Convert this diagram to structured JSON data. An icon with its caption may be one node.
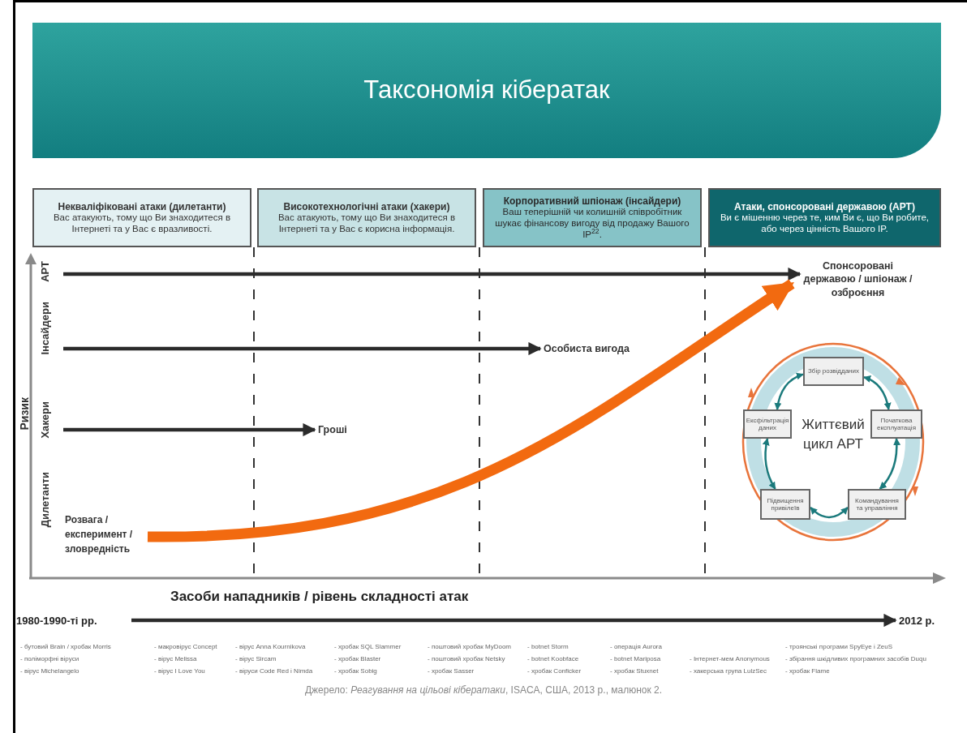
{
  "diagram": {
    "title": "Таксономія кібератак",
    "nodes": [
      {
        "text": [
          "Некваліфіковані атаки (дилетанти)",
          "Вас атакують, тому що Ви знаходитеся в Інтернеті та у Вас є вразливості."
        ]
      },
      {
        "text": [
          "Високотехнологічні атаки (хакери)",
          "Вас атакують, тому що Ви знаходитеся в Інтернеті та у Вас є корисна інформація."
        ]
      },
      {
        "text": [
          "Корпоративний шпіонаж (інсайдери)",
          "Ваш теперішній чи колишній співробітник шукає фінансову вигоду від продажу Вашого IP$^{22}$."
        ]
      },
      {
        "text": [
          "Атаки, спонсоровані державою (АРТ)",
          "Ви є мішенню через те, ким Ви є, що Ви робите, або через цінність Вашого IP."
        ]
      },
      {
        "text": [
          "Спонсоровані державою / шпіонаж / озброєння"
        ]
      },
      {
        "text": [
          "Особиста вигода"
        ]
      },
      {
        "text": [
          "Гроші"
        ]
      },
      {
        "text": [
          "Розвага / експеримент / зловредність"
        ]
      },
      {
        "text": [
          "Збір розвідданих"
        ]
      },
      {
        "text": [
          "Початкова експлуатація"
        ]
      },
      {
        "text": [
          "Командування та управління"
        ]
      },
      {
        "text": [
          "Підвищення привілеїв"
        ]
      },
      {
        "text": [
          "Ексфільтрація даних"
        ]
      },
      {
        "text": [
          "1980-1990-ті рр."
        ]
      },
      {
        "text": [
          "2012 р."
        ]
      }
    ],
    "edges": [
      {
        "from": null,
        "to": 4,
        "arrow": "to",
        "style": "thick"
      },
      {
        "from": null,
        "to": 5,
        "arrow": "to",
        "style": "thick"
      },
      {
        "from": null,
        "to": 6,
        "arrow": "to",
        "style": "thick"
      },
      {
        "from": 7,
        "to": 4,
        "arrow": "to",
        "style": "thick",
        "color": "#f26a10"
      },
      {
        "from": 8,
        "to": 9,
        "arrow": "both",
        "color": "#1b7a7c"
      },
      {
        "from": 9,
        "to": 10,
        "arrow": "both",
        "color": "#1b7a7c"
      },
      {
        "from": 10,
        "to": 11,
        "arrow": "both",
        "color": "#1b7a7c"
      },
      {
        "from": 11,
        "to": 12,
        "arrow": "both",
        "color": "#1b7a7c"
      },
      {
        "from": 12,
        "to": 8,
        "arrow": "both",
        "color": "#1b7a7c"
      },
      {
        "from": 13,
        "to": 14,
        "arrow": "to",
        "style": "thick"
      }
    ],
    "labels": [
      "Ризик",
      "АРТ",
      "Інсайдери",
      "Хакери",
      "Дилетанти",
      "Життєвий цикл АРТ",
      "Засоби нападників / рівень складності атак",
      "- бутовий Brain / хробак Morris",
      "- поліморфні віруси",
      "- вірус Michelangelo",
      "- макровірус Concept",
      "- вірус Melissa",
      "- вірус I Love You",
      "- вірус Anna Kournikova",
      "- вірус Sircam",
      "- віруси Code Red і Nimda",
      "- хробак SQL Slammer",
      "- хробак Blaster",
      "- хробак Sobig",
      "- поштовий хробак MyDoom",
      "- поштовий хробак Netsky",
      "- хробак Sasser",
      "- botnet Storm",
      "- botnet Koobface",
      "- хробак Conficker",
      "- операція Aurora",
      "- botnet Mariposa",
      "- хробак Stuxnet",
      "- Інтернет-мем Anonymous",
      "- хакерська група LulzSec",
      "- троянські програми SpyEye і ZeuS",
      "- збірання шкідливих програмних засобів Duqu",
      "- хробак Flame"
    ],
    "caption": "Джерело: *Реагування на цільові кібератаки*, ISACA, США, 2013 р., малюнок 2."
  }
}
